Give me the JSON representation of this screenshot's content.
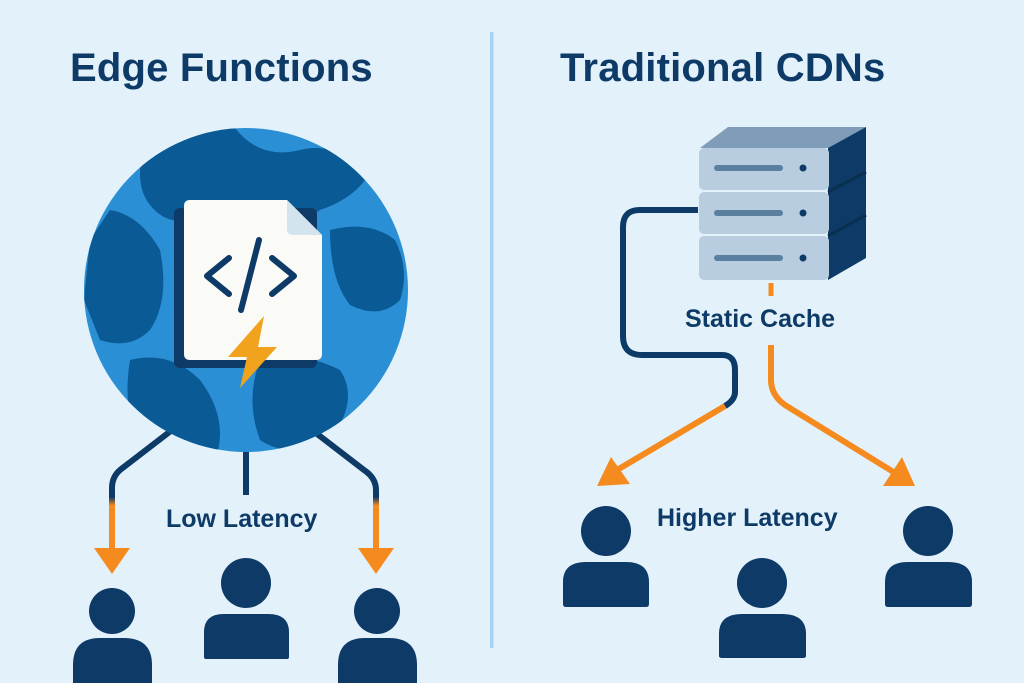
{
  "left_panel": {
    "title": "Edge Functions",
    "center_icon": "code-file-icon",
    "badge_icon": "lightning-bolt-icon",
    "globe_icon": "globe-icon",
    "latency_label": "Low Latency",
    "users": 3
  },
  "right_panel": {
    "title": "Traditional CDNs",
    "server_icon": "server-stack-icon",
    "server_label": "Static Cache",
    "latency_label": "Higher Latency",
    "users": 3
  },
  "colors": {
    "background": "#e3f2fa",
    "navy": "#0d3a66",
    "globe_ocean": "#2a8fd4",
    "globe_land": "#0a5a96",
    "accent_orange": "#f58a1f",
    "bolt_yellow": "#f2a31d",
    "divider": "#a6d3f1",
    "server_face": "#b9cde0",
    "server_top": "#7f9db8"
  }
}
